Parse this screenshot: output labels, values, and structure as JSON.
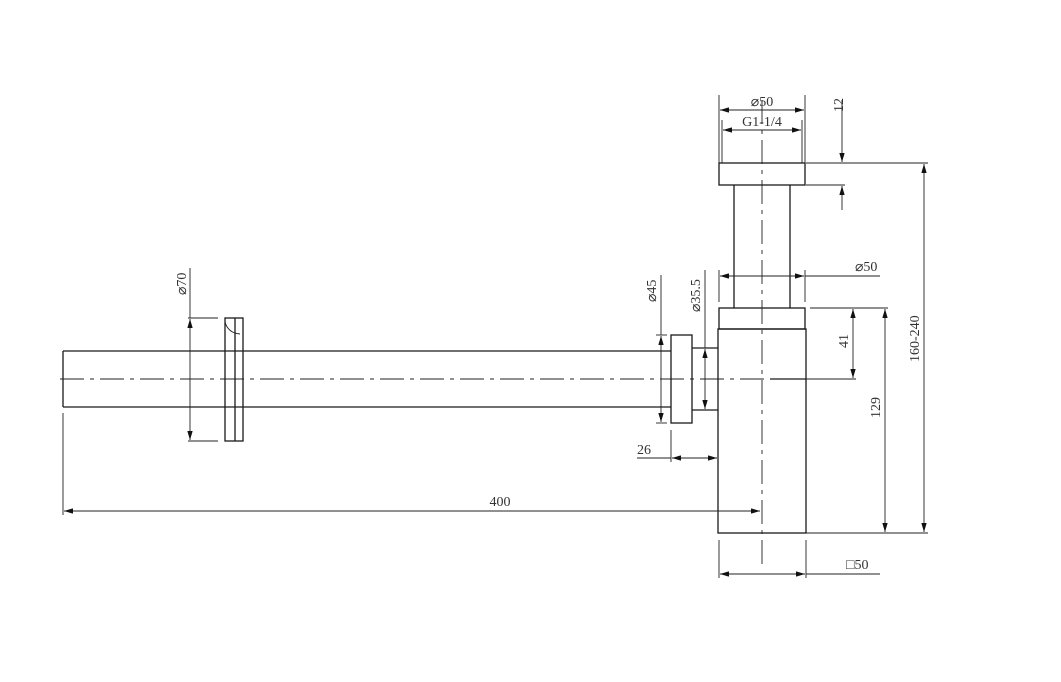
{
  "dimensions": {
    "top_diameter": "⌀50",
    "thread": "G1-1/4",
    "cap_height": "12",
    "tube_diameter": "⌀50",
    "inlet_to_center": "41",
    "center_to_bottom": "129",
    "total_height": "160-240",
    "flange_diameter": "⌀70",
    "nut_diameter": "⌀45",
    "pipe_diameter": "⌀35.5",
    "nut_offset": "26",
    "pipe_length": "400",
    "body_square": "□50"
  }
}
